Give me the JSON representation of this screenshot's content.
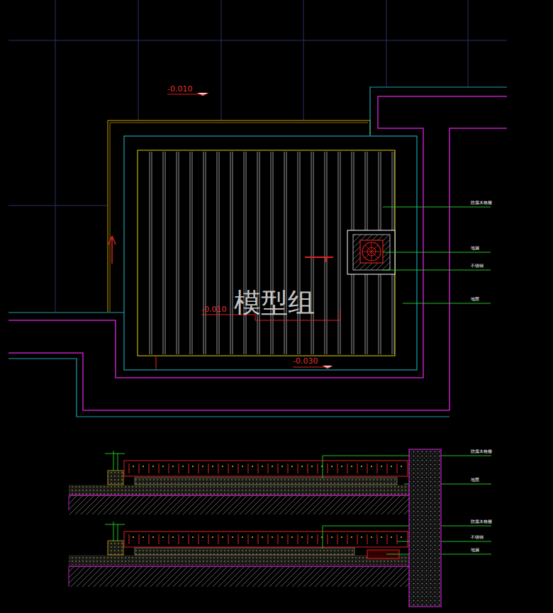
{
  "diagram": {
    "labels": [
      "-0.010",
      "-0.010",
      "-0.030",
      "模型组",
      "防腐木格栅",
      "地漏",
      "不锈钢",
      "地面",
      "防腐木格栅",
      "地面",
      "防腐木格栅",
      "不锈钢",
      "地漏"
    ]
  }
}
